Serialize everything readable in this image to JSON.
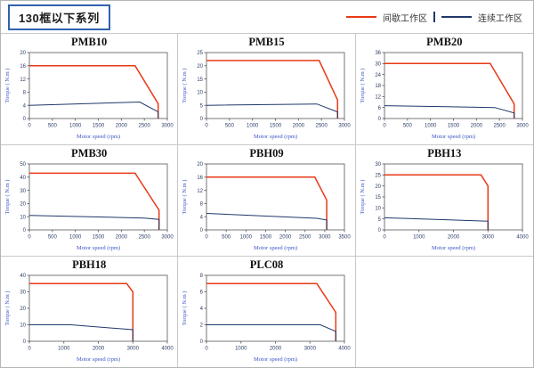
{
  "header": {
    "title": "130框以下系列",
    "legend": {
      "intermittent_label": "间歇工作区",
      "continuous_label": "连续工作区"
    }
  },
  "colors": {
    "intermittent": "#e83a17",
    "continuous": "#20386b",
    "axis_text": "#3a56c4",
    "tick_text": "#2c3e66"
  },
  "chart_data": [
    {
      "type": "line",
      "title": "PMB10",
      "xlabel": "Motor speed (rpm)",
      "ylabel": "Torque ( N.m )",
      "xlim": [
        0,
        3000
      ],
      "xticks": [
        0,
        500,
        1000,
        1500,
        2000,
        2500,
        3000
      ],
      "ylim": [
        0,
        20
      ],
      "yticks": [
        0,
        4,
        8,
        12,
        16,
        20
      ],
      "series": [
        {
          "name": "间歇工作区",
          "color": "intermittent",
          "points": [
            [
              0,
              16
            ],
            [
              2300,
              16
            ],
            [
              2800,
              4.5
            ],
            [
              2800,
              0
            ]
          ]
        },
        {
          "name": "连续工作区",
          "color": "continuous",
          "points": [
            [
              0,
              4
            ],
            [
              2400,
              5
            ],
            [
              2800,
              2
            ],
            [
              2800,
              0
            ]
          ]
        }
      ]
    },
    {
      "type": "line",
      "title": "PMB15",
      "xlabel": "Motor speed (rpm)",
      "ylabel": "Torque ( N.m )",
      "xlim": [
        0,
        3000
      ],
      "xticks": [
        0,
        500,
        1000,
        1500,
        2000,
        2500,
        3000
      ],
      "ylim": [
        0,
        25
      ],
      "yticks": [
        0,
        5,
        10,
        15,
        20,
        25
      ],
      "series": [
        {
          "name": "间歇工作区",
          "color": "intermittent",
          "points": [
            [
              0,
              22
            ],
            [
              2450,
              22
            ],
            [
              2850,
              7
            ],
            [
              2850,
              0
            ]
          ]
        },
        {
          "name": "连续工作区",
          "color": "continuous",
          "points": [
            [
              0,
              5
            ],
            [
              2400,
              5.5
            ],
            [
              2850,
              2.5
            ],
            [
              2850,
              0
            ]
          ]
        }
      ]
    },
    {
      "type": "line",
      "title": "PMB20",
      "xlabel": "Motor speed (rpm)",
      "ylabel": "Torque ( N.m )",
      "xlim": [
        0,
        3000
      ],
      "xticks": [
        0,
        500,
        1000,
        1500,
        2000,
        2500,
        3000
      ],
      "ylim": [
        0,
        36
      ],
      "yticks": [
        0,
        6,
        12,
        18,
        24,
        30,
        36
      ],
      "series": [
        {
          "name": "间歇工作区",
          "color": "intermittent",
          "points": [
            [
              0,
              30
            ],
            [
              2300,
              30
            ],
            [
              2820,
              8
            ],
            [
              2820,
              0
            ]
          ]
        },
        {
          "name": "连续工作区",
          "color": "continuous",
          "points": [
            [
              0,
              7
            ],
            [
              2400,
              6
            ],
            [
              2820,
              3
            ],
            [
              2820,
              0
            ]
          ]
        }
      ]
    },
    {
      "type": "line",
      "title": "PMB30",
      "xlabel": "Motor speed (rpm)",
      "ylabel": "Torque ( N.m )",
      "xlim": [
        0,
        3000
      ],
      "xticks": [
        0,
        500,
        1000,
        1500,
        2000,
        2500,
        3000
      ],
      "ylim": [
        0,
        50
      ],
      "yticks": [
        0,
        10,
        20,
        30,
        40,
        50
      ],
      "series": [
        {
          "name": "间歇工作区",
          "color": "intermittent",
          "points": [
            [
              0,
              43
            ],
            [
              2300,
              43
            ],
            [
              2820,
              15
            ],
            [
              2820,
              0
            ]
          ]
        },
        {
          "name": "连续工作区",
          "color": "continuous",
          "points": [
            [
              0,
              11
            ],
            [
              2500,
              9
            ],
            [
              2820,
              8
            ],
            [
              2820,
              0
            ]
          ]
        }
      ]
    },
    {
      "type": "line",
      "title": "PBH09",
      "xlabel": "Motor speed (rpm)",
      "ylabel": "Torque ( N.m )",
      "xlim": [
        0,
        3500
      ],
      "xticks": [
        0,
        500,
        1000,
        1500,
        2000,
        2500,
        3000,
        3500
      ],
      "ylim": [
        0,
        20
      ],
      "yticks": [
        0,
        4,
        8,
        12,
        16,
        20
      ],
      "series": [
        {
          "name": "间歇工作区",
          "color": "intermittent",
          "points": [
            [
              0,
              16
            ],
            [
              2750,
              16
            ],
            [
              3050,
              9
            ],
            [
              3050,
              0
            ]
          ]
        },
        {
          "name": "连续工作区",
          "color": "continuous",
          "points": [
            [
              0,
              5
            ],
            [
              2800,
              3.5
            ],
            [
              3050,
              3
            ],
            [
              3050,
              0
            ]
          ]
        }
      ]
    },
    {
      "type": "line",
      "title": "PBH13",
      "xlabel": "Motor speed (rpm)",
      "ylabel": "Torque ( N.m )",
      "xlim": [
        0,
        4000
      ],
      "xticks": [
        0,
        1000,
        2000,
        3000,
        4000
      ],
      "ylim": [
        0,
        30
      ],
      "yticks": [
        0,
        5,
        10,
        15,
        20,
        25,
        30
      ],
      "series": [
        {
          "name": "间歇工作区",
          "color": "intermittent",
          "points": [
            [
              0,
              25
            ],
            [
              2800,
              25
            ],
            [
              3000,
              20
            ],
            [
              3000,
              0
            ]
          ]
        },
        {
          "name": "连续工作区",
          "color": "continuous",
          "points": [
            [
              0,
              5.5
            ],
            [
              2900,
              4
            ],
            [
              3000,
              4
            ],
            [
              3000,
              0
            ]
          ]
        }
      ]
    },
    {
      "type": "line",
      "title": "PBH18",
      "xlabel": "Motor speed (rpm)",
      "ylabel": "Torque ( N.m )",
      "xlim": [
        0,
        4000
      ],
      "xticks": [
        0,
        1000,
        2000,
        3000,
        4000
      ],
      "ylim": [
        0,
        40
      ],
      "yticks": [
        0,
        10,
        20,
        30,
        40
      ],
      "series": [
        {
          "name": "间歇工作区",
          "color": "intermittent",
          "points": [
            [
              0,
              35
            ],
            [
              2820,
              35
            ],
            [
              3000,
              30
            ],
            [
              3000,
              0
            ]
          ]
        },
        {
          "name": "连续工作区",
          "color": "continuous",
          "points": [
            [
              0,
              10
            ],
            [
              1200,
              10
            ],
            [
              3000,
              7
            ],
            [
              3000,
              0
            ]
          ]
        }
      ]
    },
    {
      "type": "line",
      "title": "PLC08",
      "xlabel": "Motor speed (rpm)",
      "ylabel": "Torque ( N.m )",
      "xlim": [
        0,
        4000
      ],
      "xticks": [
        0,
        1000,
        2000,
        3000,
        4000
      ],
      "ylim": [
        0,
        8
      ],
      "yticks": [
        0,
        2,
        4,
        6,
        8
      ],
      "series": [
        {
          "name": "间歇工作区",
          "color": "intermittent",
          "points": [
            [
              0,
              7
            ],
            [
              3200,
              7
            ],
            [
              3750,
              3.5
            ],
            [
              3750,
              0
            ]
          ]
        },
        {
          "name": "连续工作区",
          "color": "continuous",
          "points": [
            [
              0,
              2
            ],
            [
              3300,
              2
            ],
            [
              3750,
              1.2
            ],
            [
              3750,
              0
            ]
          ]
        }
      ]
    }
  ]
}
